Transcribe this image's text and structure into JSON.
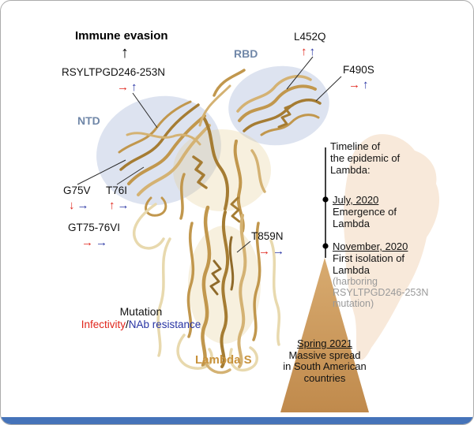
{
  "figure": {
    "immune_evasion_title": "Immune evasion",
    "immune_evasion_arrow": "↑",
    "ntd_label": "NTD",
    "rbd_label": "RBD",
    "protein_label": "Lambda S"
  },
  "mutations": {
    "rsyltpgd": {
      "label": "RSYLTPGD246-253N",
      "red_arrow": "→",
      "blue_arrow": "↑"
    },
    "l452q": {
      "label": "L452Q",
      "red_arrow": "↑",
      "blue_arrow": "↑"
    },
    "f490s": {
      "label": "F490S",
      "red_arrow": "→",
      "blue_arrow": "↑"
    },
    "g75v": {
      "label": "G75V",
      "red_arrow": "↓",
      "blue_arrow": "→"
    },
    "t76i": {
      "label": "T76I",
      "red_arrow": "↑",
      "blue_arrow": "→"
    },
    "gt7576vi": {
      "label": "GT75-76VI",
      "red_arrow": "→",
      "blue_arrow": "→"
    },
    "t859n": {
      "label": "T859N",
      "red_arrow": "→",
      "blue_arrow": "→"
    }
  },
  "legend": {
    "mutation": "Mutation",
    "infectivity": "Infectivity",
    "separator": "/",
    "nab_resistance": "NAb resistance"
  },
  "timeline": {
    "header": "Timeline of\nthe epidemic of\nLambda:",
    "event1_date": "July, 2020",
    "event1_desc": "Emergence of\nLambda",
    "event2_date": "November, 2020",
    "event2_desc": "First isolation of\nLambda",
    "event2_note": "(harboring\nRSYLTPGD246-253N\nmutation)",
    "event3_date": "Spring 2021",
    "event3_desc": "Massive spread\nin South American\ncountries"
  },
  "colors": {
    "infectivity_red": "#e0261c",
    "nab_blue": "#2733a3",
    "domain_label_blue": "#7087a8",
    "lambda_gold": "#c8923c",
    "spread_triangle": "#ca9356",
    "map_fill": "#f8e9da",
    "footer_bar_blue": "#4573b9"
  }
}
